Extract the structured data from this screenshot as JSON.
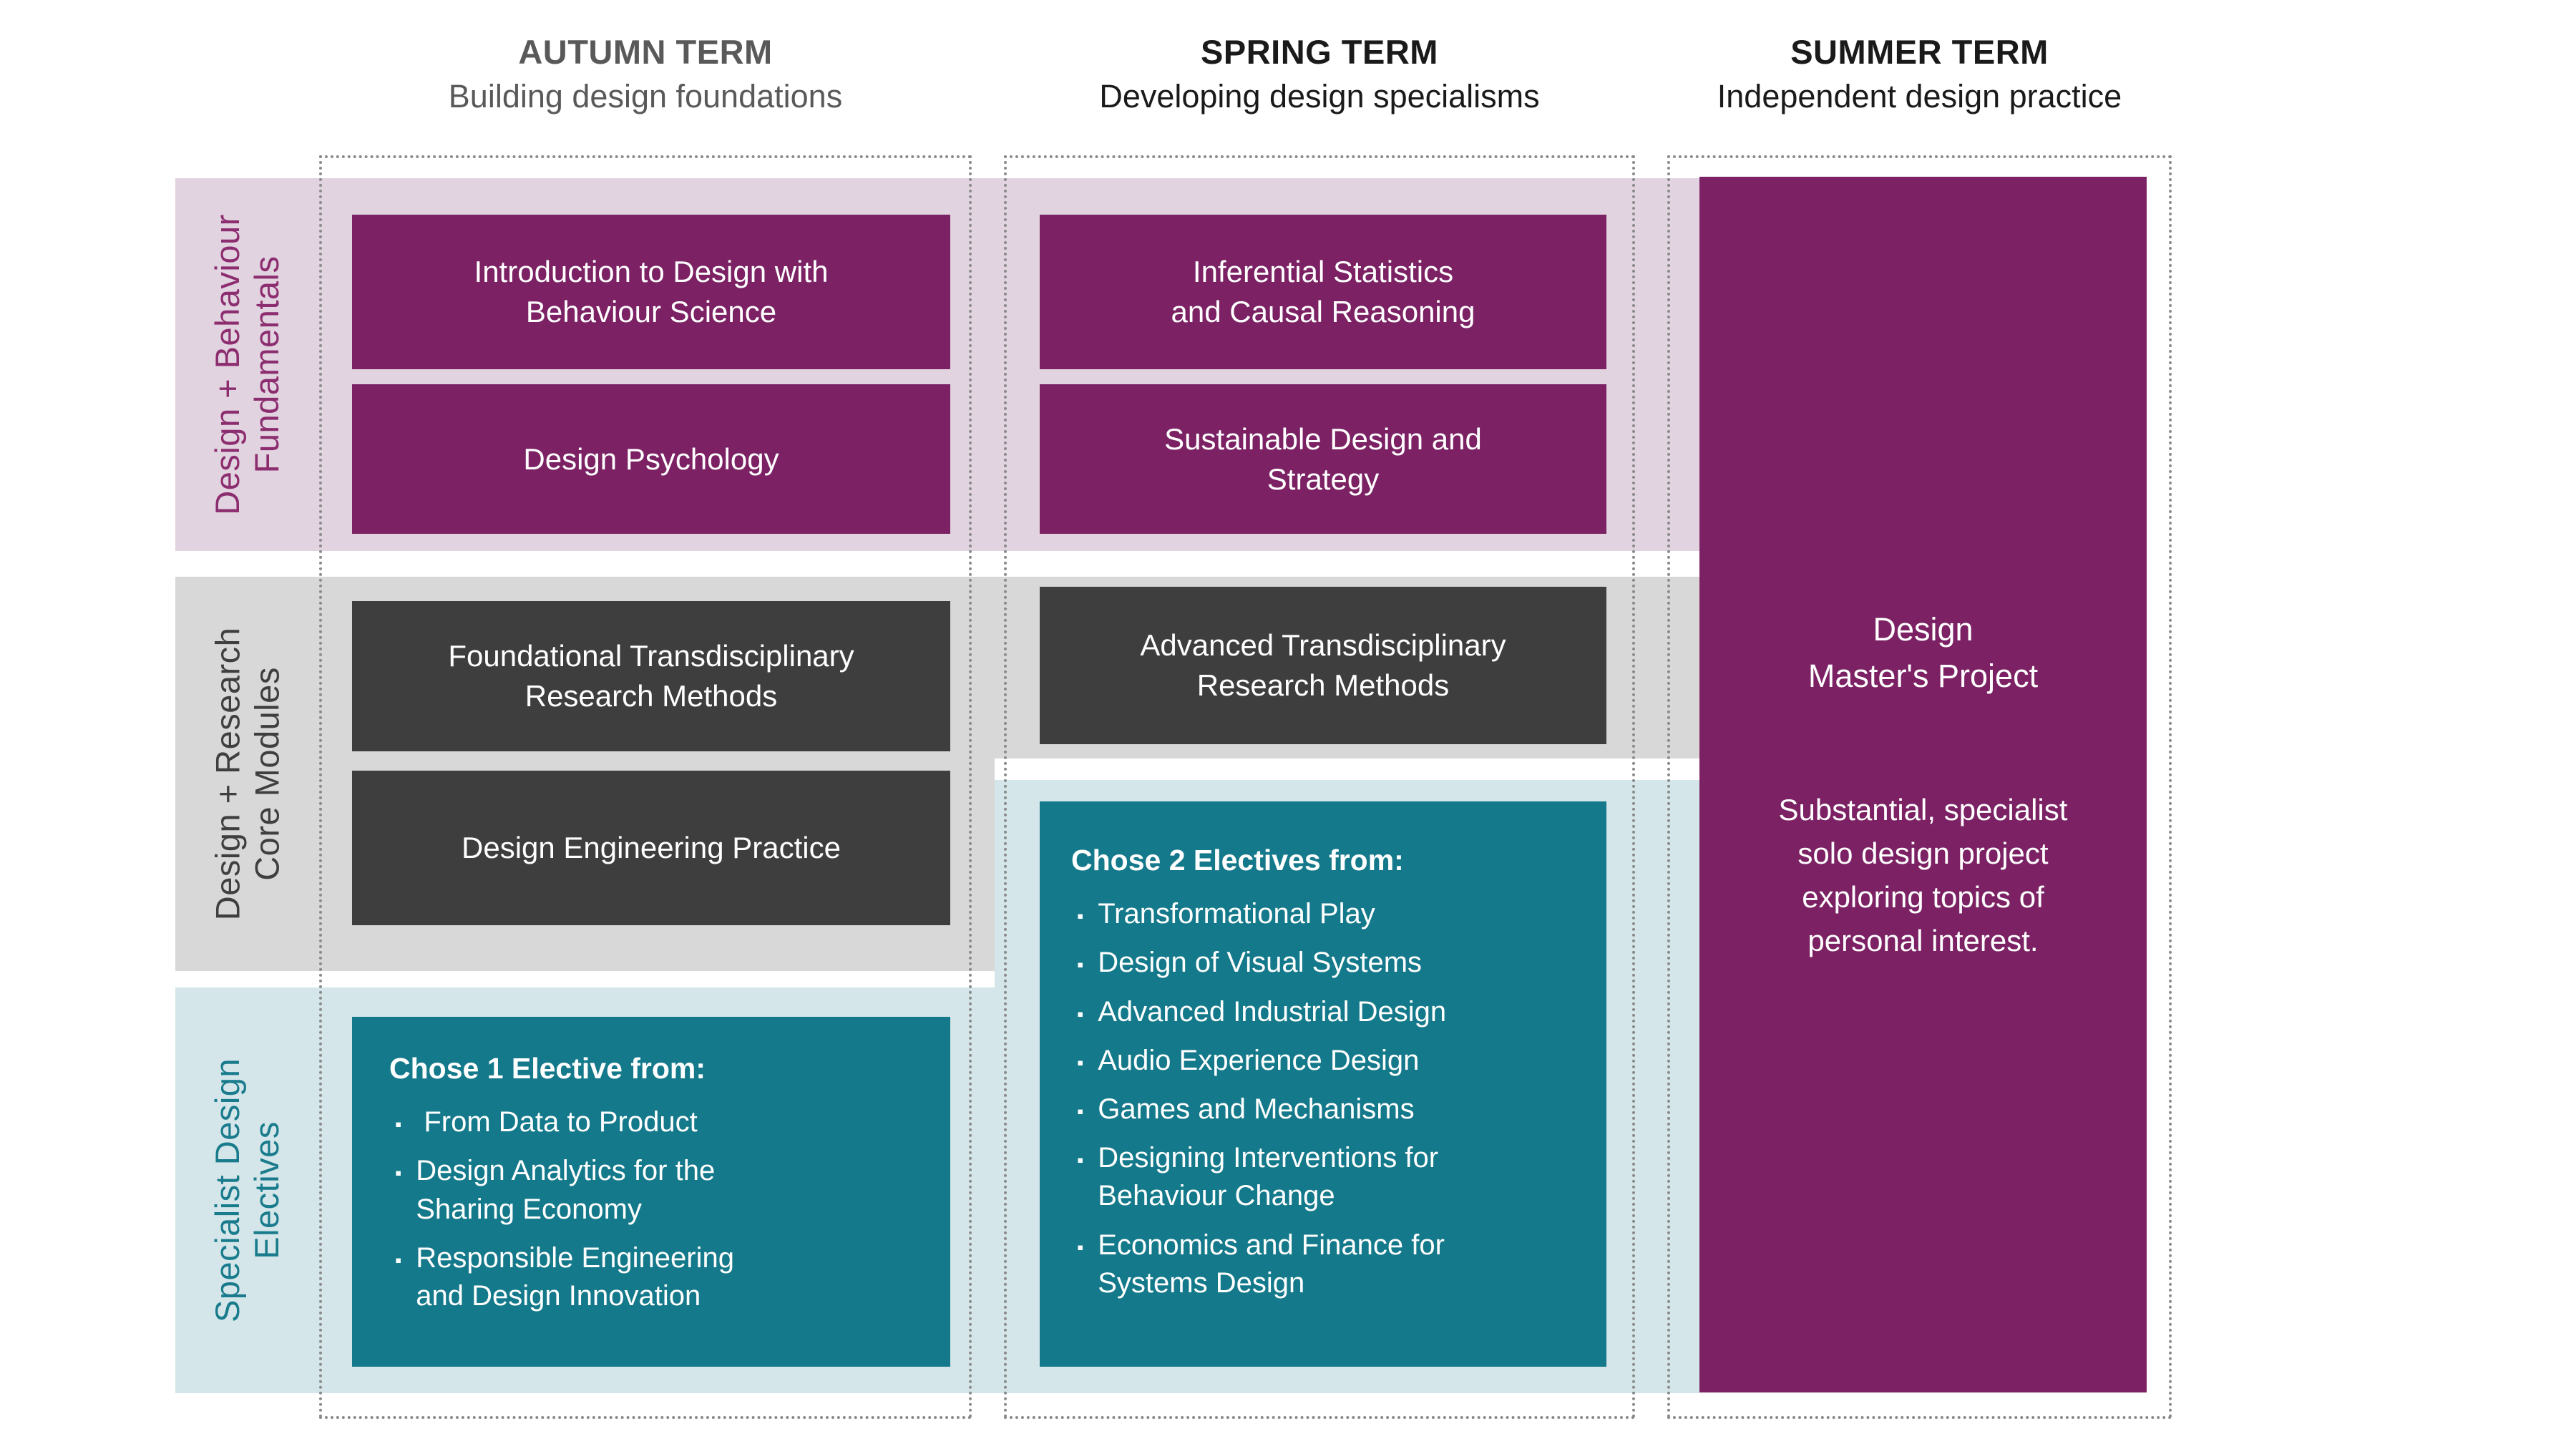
{
  "colors": {
    "purple": "#7B2164",
    "purple-band": "#E2D3E0",
    "purple-label": "#8C2D6F",
    "dark": "#3E3E3E",
    "gray-band": "#D8D8D8",
    "dark-label": "#3F3F3F",
    "teal": "#14798A",
    "teal-band": "#D4E6E9",
    "teal-label": "#197B8C",
    "header-muted": "#595959",
    "header-dark": "#1A1A1A",
    "dotted": "#8A8A8A"
  },
  "bullet_char": "▪",
  "headers": {
    "autumn": {
      "title": "AUTUMN TERM",
      "subtitle": "Building design foundations"
    },
    "spring": {
      "title": "SPRING TERM",
      "subtitle": "Developing design specialisms"
    },
    "summer": {
      "title": "SUMMER TERM",
      "subtitle": "Independent design practice"
    }
  },
  "row_labels": {
    "fundamentals": "Design + Behaviour\nFundamentals",
    "core": "Design + Research\nCore Modules",
    "electives": "Specialist Design\nElectives"
  },
  "modules": {
    "autumn": {
      "fundamentals": [
        "Introduction to Design with\nBehaviour Science",
        "Design Psychology"
      ],
      "core": [
        "Foundational Transdisciplinary\nResearch Methods",
        "Design Engineering Practice"
      ]
    },
    "spring": {
      "fundamentals": [
        "Inferential Statistics\nand Causal Reasoning",
        "Sustainable Design and\nStrategy"
      ],
      "core": [
        "Advanced Transdisciplinary\nResearch Methods"
      ]
    }
  },
  "electives": {
    "autumn": {
      "heading": "Chose 1 Elective from:",
      "items": [
        " From Data to Product",
        "Design Analytics for the\nSharing Economy",
        "Responsible Engineering\nand Design Innovation"
      ]
    },
    "spring": {
      "heading": "Chose 2 Electives from:",
      "items": [
        "Transformational Play",
        "Design of Visual Systems",
        "Advanced Industrial Design",
        "Audio Experience Design",
        "Games and Mechanisms",
        "Designing Interventions for\nBehaviour Change",
        "Economics and Finance for\nSystems Design"
      ]
    }
  },
  "summer": {
    "project_title": "Design\nMaster's Project",
    "project_description": "Substantial, specialist\nsolo design project\nexploring topics of\npersonal interest."
  }
}
